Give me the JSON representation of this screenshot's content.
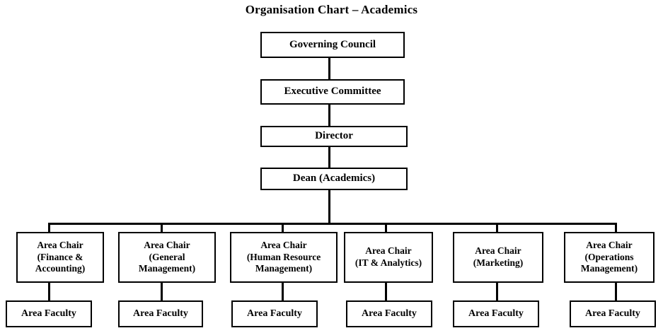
{
  "title": "Organisation Chart – Academics",
  "chart_data": {
    "type": "diagram",
    "diagram_type": "organisation-chart",
    "title": "Organisation Chart – Academics",
    "orientation": "top-down",
    "levels": [
      {
        "level": 1,
        "nodes": [
          "Governing Council"
        ]
      },
      {
        "level": 2,
        "nodes": [
          "Executive Committee"
        ]
      },
      {
        "level": 3,
        "nodes": [
          "Director"
        ]
      },
      {
        "level": 4,
        "nodes": [
          "Dean (Academics)"
        ]
      },
      {
        "level": 5,
        "nodes": [
          "Area Chair\n(Finance &\nAccounting)",
          "Area Chair\n(General\nManagement)",
          "Area Chair\n(Human Resource\nManagement)",
          "Area Chair\n(IT & Analytics)",
          "Area Chair\n(Marketing)",
          "Area Chair\n(Operations\nManagement)"
        ]
      },
      {
        "level": 6,
        "nodes": [
          "Area Faculty",
          "Area Faculty",
          "Area Faculty",
          "Area Faculty",
          "Area Faculty",
          "Area Faculty"
        ]
      }
    ],
    "edges": [
      {
        "from": "Governing Council",
        "to": "Executive Committee"
      },
      {
        "from": "Executive Committee",
        "to": "Director"
      },
      {
        "from": "Director",
        "to": "Dean (Academics)"
      },
      {
        "from": "Dean (Academics)",
        "to": "Area Chair (Finance & Accounting)"
      },
      {
        "from": "Dean (Academics)",
        "to": "Area Chair (General Management)"
      },
      {
        "from": "Dean (Academics)",
        "to": "Area Chair (Human Resource Management)"
      },
      {
        "from": "Dean (Academics)",
        "to": "Area Chair (IT & Analytics)"
      },
      {
        "from": "Dean (Academics)",
        "to": "Area Chair (Marketing)"
      },
      {
        "from": "Dean (Academics)",
        "to": "Area Chair (Operations Management)"
      },
      {
        "from": "Area Chair (Finance & Accounting)",
        "to": "Area Faculty"
      },
      {
        "from": "Area Chair (General Management)",
        "to": "Area Faculty"
      },
      {
        "from": "Area Chair (Human Resource Management)",
        "to": "Area Faculty"
      },
      {
        "from": "Area Chair (IT & Analytics)",
        "to": "Area Faculty"
      },
      {
        "from": "Area Chair (Marketing)",
        "to": "Area Faculty"
      },
      {
        "from": "Area Chair (Operations Management)",
        "to": "Area Faculty"
      }
    ],
    "colors": {
      "background": "#ffffff",
      "box_fill": "#ffffff",
      "box_border": "#000000",
      "text": "#000000",
      "connector": "#000000"
    }
  },
  "nodes": {
    "governing_council": "Governing Council",
    "executive_committee": "Executive Committee",
    "director": "Director",
    "dean": "Dean (Academics)",
    "chair_1": "Area Chair\n(Finance &\nAccounting)",
    "chair_2": "Area Chair\n(General\nManagement)",
    "chair_3": "Area Chair\n(Human Resource\nManagement)",
    "chair_4": "Area Chair\n(IT & Analytics)",
    "chair_5": "Area Chair\n(Marketing)",
    "chair_6": "Area Chair\n(Operations\nManagement)",
    "faculty_1": "Area Faculty",
    "faculty_2": "Area Faculty",
    "faculty_3": "Area Faculty",
    "faculty_4": "Area Faculty",
    "faculty_5": "Area Faculty",
    "faculty_6": "Area Faculty"
  }
}
